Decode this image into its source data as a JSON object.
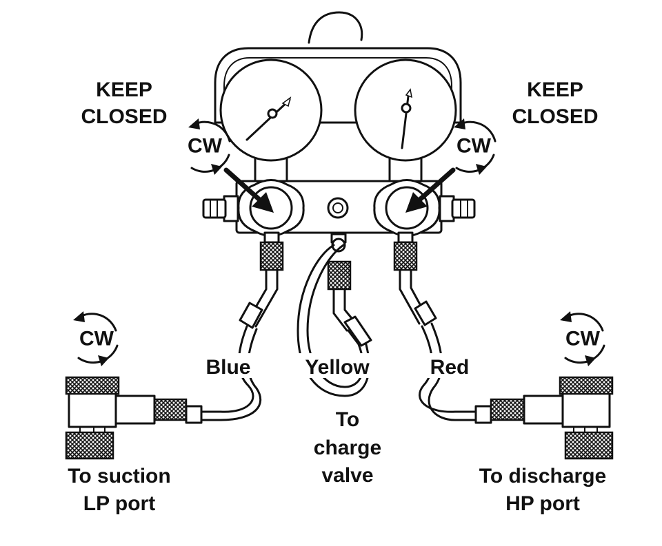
{
  "labels": {
    "keep_closed_left_1": "KEEP",
    "keep_closed_left_2": "CLOSED",
    "keep_closed_right_1": "KEEP",
    "keep_closed_right_2": "CLOSED",
    "cw_left_valve": "CW",
    "cw_right_valve": "CW",
    "cw_suction": "CW",
    "cw_discharge": "CW",
    "hose_blue": "Blue",
    "hose_yellow": "Yellow",
    "hose_red": "Red",
    "charge_1": "To",
    "charge_2": "charge",
    "charge_3": "valve",
    "suction_1": "To suction",
    "suction_2": "LP port",
    "discharge_1": "To discharge",
    "discharge_2": "HP port"
  }
}
